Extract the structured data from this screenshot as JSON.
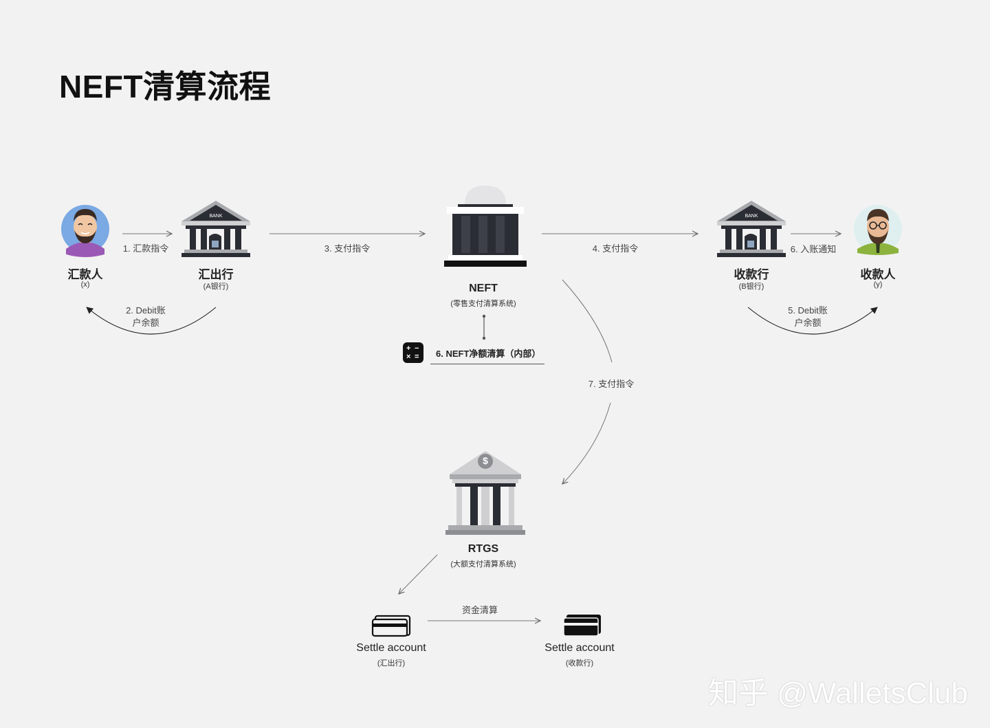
{
  "title": "NEFT清算流程",
  "nodes": {
    "remitter": {
      "name": "汇款人",
      "sub": "(x)"
    },
    "remitting_bank": {
      "name": "汇出行",
      "sub": "(A银行)",
      "icon_text": "BANK"
    },
    "neft": {
      "name": "NEFT",
      "sub": "(零售支付清算系统)"
    },
    "beneficiary_bank": {
      "name": "收款行",
      "sub": "(B银行)",
      "icon_text": "BANK"
    },
    "beneficiary": {
      "name": "收款人",
      "sub": "(y)"
    },
    "rtgs": {
      "name": "RTGS",
      "sub": "(大额支付清算系统)",
      "icon_text": "$"
    },
    "settle_remitting": {
      "name": "Settle account",
      "sub": "(汇出行)"
    },
    "settle_beneficiary": {
      "name": "Settle account",
      "sub": "(收款行)"
    }
  },
  "edges": {
    "e1": "1. 汇款指令",
    "e2_line1": "2. Debit账",
    "e2_line2": "户余额",
    "e3": "3. 支付指令",
    "e4": "4. 支付指令",
    "e5_line1": "5. Debit账",
    "e5_line2": "户余额",
    "e6_notify": "6. 入账通知",
    "e6_internal": "6. NEFT净额清算（内部）",
    "e7": "7. 支付指令",
    "settle": "资金清算"
  },
  "watermark": "知乎 @WalletsClub",
  "colors": {
    "background": "#f2f2f2",
    "building_dark": "#2b2d34",
    "building_grey": "#a9aaad",
    "arrow": "#7a7a7a",
    "remitter_bg": "#7aa9e3",
    "beneficiary_bg": "#dfeff0"
  }
}
